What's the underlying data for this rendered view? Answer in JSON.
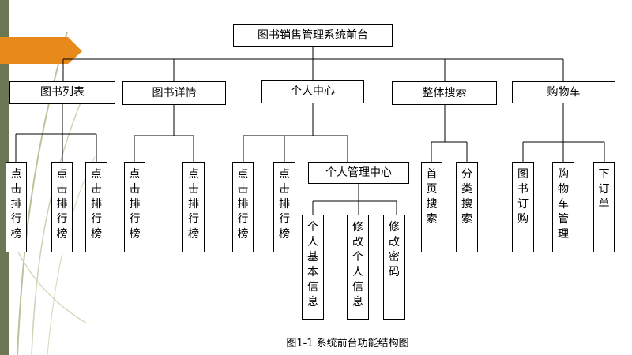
{
  "diagram": {
    "root": "图书销售管理系统前台",
    "level1": [
      "图书列表",
      "图书详情",
      "个人中心",
      "整体搜索",
      "购物车"
    ],
    "list_children": [
      "点击排行榜",
      "点击排行榜",
      "点击排行榜"
    ],
    "detail_children": [
      "点击排行榜",
      "点击排行榜"
    ],
    "personal_children": [
      "点击排行榜",
      "点击排行榜"
    ],
    "personal_mgmt": "个人管理中心",
    "personal_mgmt_children": [
      "个人基本信息",
      "修改个人信息",
      "修改密码"
    ],
    "search_children": [
      "首页搜索",
      "分类搜索"
    ],
    "cart_children": [
      "图书订购",
      "购物车管理",
      "下订单"
    ],
    "caption": "图1-1  系统前台功能结构图"
  },
  "colors": {
    "sidebar": "#6b7653",
    "accent": "#e8891b",
    "swoosh": "#8a9a62"
  }
}
